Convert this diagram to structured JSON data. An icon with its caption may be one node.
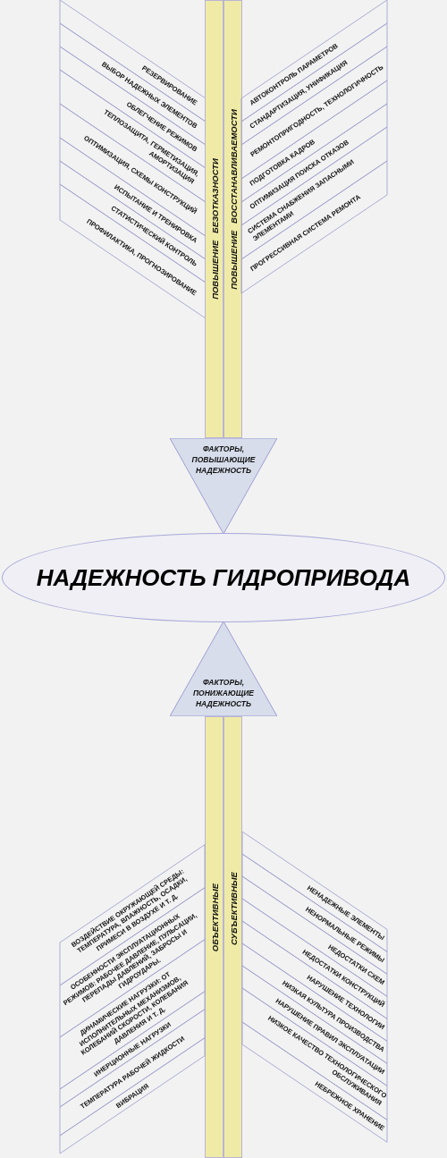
{
  "diagram": {
    "nodes": [
      {
        "text": [
          "РЕЗЕРВИРОВАНИЕ"
        ]
      },
      {
        "text": [
          "ВЫБОР НАДЕЖНЫХ ЭЛЕМЕНТОВ"
        ]
      },
      {
        "text": [
          "ОБЛЕГЧЕНИЕ РЕЖИМОВ"
        ]
      },
      {
        "text": [
          "ТЕПЛОЗАЩИТА, ГЕРМЕТИЗАЦИЯ, АМОРТИЗАЦИЯ"
        ]
      },
      {
        "text": [
          "ОПТИМИЗАЦИЯ, СХЕМЫ КОНСТРУКЦИЙ"
        ]
      },
      {
        "text": [
          "ИСПЫТАНИЕ И ТРЕНИРОВКА"
        ]
      },
      {
        "text": [
          "СТАТИСТИЧЕСКИЙ КОНТРОЛЬ"
        ]
      },
      {
        "text": [
          "ПРОФИЛАКТИКА, ПРОГНОЗИРОВАНИЕ"
        ]
      },
      {
        "text": [
          "ПОВЫШЕНИЕ БЕЗОТКАЗНОСТИ"
        ]
      },
      {
        "text": [
          "ПОВЫШЕНИЕ ВОССТАНАВЛИВАЕМОСТИ"
        ]
      },
      {
        "text": [
          "АВТОКОНТРОЛЬ ПАРАМЕТРОВ"
        ]
      },
      {
        "text": [
          "СТАНДАРТИЗАЦИЯ, УНИФИКАЦИЯ"
        ]
      },
      {
        "text": [
          "РЕМОНТОПРИГОДНОСТЬ, ТЕХНОЛОГИЧНОСТЬ"
        ]
      },
      {
        "text": [
          "ПОДГОТОВКА КАДРОВ"
        ]
      },
      {
        "text": [
          "ОПТИМИЗАЦИЯ ПОИСКА ОТКАЗОВ"
        ]
      },
      {
        "text": [
          "СИСТЕМА СНАБЖЕНИЯ ЗАПАСНЫМИ ЭЛЕМЕНТАМИ"
        ]
      },
      {
        "text": [
          "ПРОГРЕССИВНАЯ СИСТЕМА РЕМОНТА"
        ]
      },
      {
        "text": [
          "ФАКТОРЫ, ПОВЫШАЮЩИЕ НАДЕЖНОСТЬ"
        ]
      },
      {
        "text": [
          "НАДЕЖНОСТЬ ГИДРОПРИВОДА"
        ]
      },
      {
        "text": [
          "ФАКТОРЫ, ПОНИЖАЮЩИЕ НАДЕЖНОСТЬ"
        ]
      },
      {
        "text": [
          "ОБЪЕКТИВНЫЕ"
        ]
      },
      {
        "text": [
          "СУБЪЕКТИВНЫЕ"
        ]
      },
      {
        "text": [
          "ВОЗДЕЙСТВИЕ ОКРУЖАЮЩЕЙ СРЕДЫ: ТЕМПЕРАТУРА, ВЛАЖНОСТЬ, ОСАДКИ, ПРИМЕСИ В ВОЗДУХЕ И Т. Д."
        ]
      },
      {
        "text": [
          "ОСОБЕННОСТИ ЭКСПЛУАТАЦИОННЫХ РЕЖИМОВ: РАБОЧЕЕ ДАВЛЕНИЕ, ПУЛЬСАЦИИ, ПЕРЕПАДЫ ДАВЛЕНИЙ, ЗАБРОСЫ И ГИДРОУДАРЫ."
        ]
      },
      {
        "text": [
          "ДИНАМИЧЕСКИЕ НАГРУЗКИ: ОТ ИСПОЛНИТЕЛЬНЫХ МЕХАНИЗМОВ, КОЛЕБАНИЙ СКОРОСТИ, КОЛЕБАНИЯ ДАВЛЕНИЯ И Т. Д."
        ]
      },
      {
        "text": [
          "ИНЕРЦИОННЫЕ НАГРУЗКИ"
        ]
      },
      {
        "text": [
          "ТЕМПЕРАТУРА РАБОЧЕЙ ЖИДКОСТИ"
        ]
      },
      {
        "text": [
          "ВИБРАЦИЯ"
        ]
      },
      {
        "text": [
          "НЕНАДЕЖНЫЕ ЭЛЕМЕНТЫ"
        ]
      },
      {
        "text": [
          "НЕНОРМАЛЬНЫЕ РЕЖИМЫ"
        ]
      },
      {
        "text": [
          "НЕДОСТАТКИ СХЕМ"
        ]
      },
      {
        "text": [
          "НЕДОСТАТКИ КОНСТРУКЦИЙ"
        ]
      },
      {
        "text": [
          "НАРУШЕНИЕ ТЕХНОЛОГИИ"
        ]
      },
      {
        "text": [
          "НИЗКАЯ КУЛЬТУРА ПРОИЗВОДСТВА"
        ]
      },
      {
        "text": [
          "НАРУШЕНИЕ ПРАВИЛ ЭКСПЛУАТАЦИИ"
        ]
      },
      {
        "text": [
          "НИЗКОЕ КАЧЕСТВО ТЕХНОЛОГИЧЕСКОГО ОБСЛУЖИВАНИЯ"
        ]
      },
      {
        "text": [
          "НЕБРЕЖНОЕ ХРАНЕНИЕ"
        ]
      }
    ]
  }
}
